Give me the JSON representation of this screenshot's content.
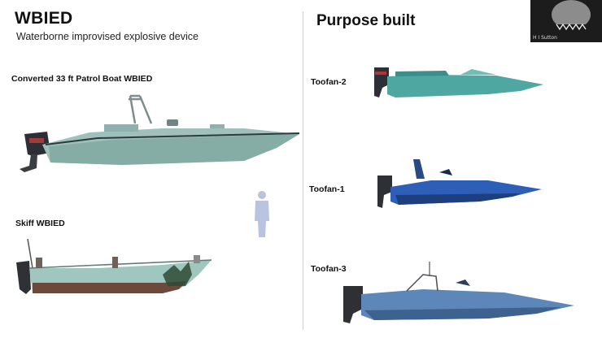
{
  "slide": {
    "title": "WBIED",
    "subtitle": "Waterborne improvised explosive device",
    "right_title": "Purpose built"
  },
  "labels": {
    "patrol": "Converted 33 ft Patrol Boat WBIED",
    "skiff": "Skiff WBIED",
    "toofan2": "Toofan-2",
    "toofan1": "Toofan-1",
    "toofan3": "Toofan-3"
  },
  "webcam": {
    "participant_name": "H I Sutton"
  },
  "colors": {
    "patrol_hull": "#9fc0bb",
    "skiff_hull": "#9fc7be",
    "skiff_bottom": "#6b4a3c",
    "toofan2_hull": "#4fa7a2",
    "toofan1_hull": "#2e5fb8",
    "toofan3_hull": "#5c87b8",
    "divider": "#d0d0d0"
  }
}
